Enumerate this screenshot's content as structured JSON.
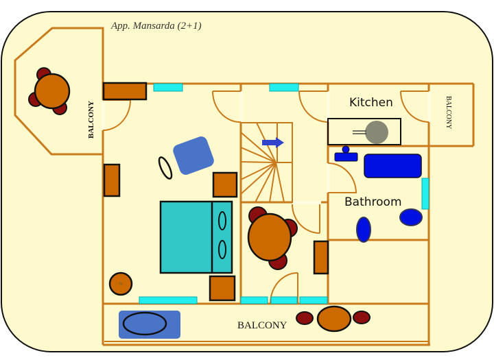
{
  "plan": {
    "title": "App. Mansarda (2+1)",
    "labels": {
      "balcony_left": "BALCONY",
      "balcony_right": "BALCONY",
      "balcony_bottom": "BALCONY",
      "kitchen": "Kitchen",
      "bathroom": "Bathroom",
      "tv": "TV"
    }
  },
  "colors": {
    "background": "#fffacd",
    "wall": "#c97a1c",
    "furniture": "#cc6a00",
    "chair": "#8b0f0f",
    "window": "#22eeee",
    "bed": "#33c8c8",
    "sanitary": "#0010e0",
    "sofa": "#4a74c8"
  }
}
